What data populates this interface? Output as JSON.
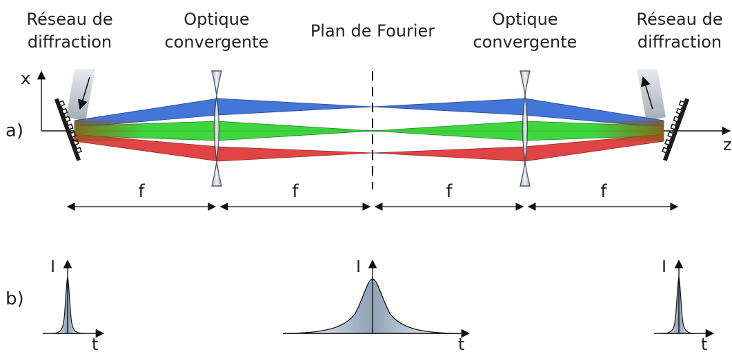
{
  "labels": {
    "grating_left_line1": "Réseau de",
    "grating_left_line2": "diffraction",
    "lens_left_line1": "Optique",
    "lens_left_line2": "convergente",
    "fourier_plane": "Plan de Fourier",
    "lens_right_line1": "Optique",
    "lens_right_line2": "convergente",
    "grating_right_line1": "Réseau de",
    "grating_right_line2": "diffraction"
  },
  "panel_labels": {
    "a": "a)",
    "b": "b)"
  },
  "axes": {
    "x": "x",
    "z": "z",
    "intensity": "I",
    "time": "t"
  },
  "focal_length_symbol": "f",
  "focal_segments": [
    "f",
    "f",
    "f",
    "f"
  ],
  "colors": {
    "blue_beam": "#3a6fd6",
    "green_beam": "#35d335",
    "red_beam": "#e03a3a",
    "lens_fill": "#aeb8c6",
    "grating": "#1c1c1c",
    "pulse_fill": "#8fa2b6",
    "line": "#111111"
  },
  "pulses": [
    {
      "name": "input-pulse",
      "shape": "narrow"
    },
    {
      "name": "fourier-plane-pulse",
      "shape": "broad"
    },
    {
      "name": "output-pulse",
      "shape": "narrow"
    }
  ]
}
